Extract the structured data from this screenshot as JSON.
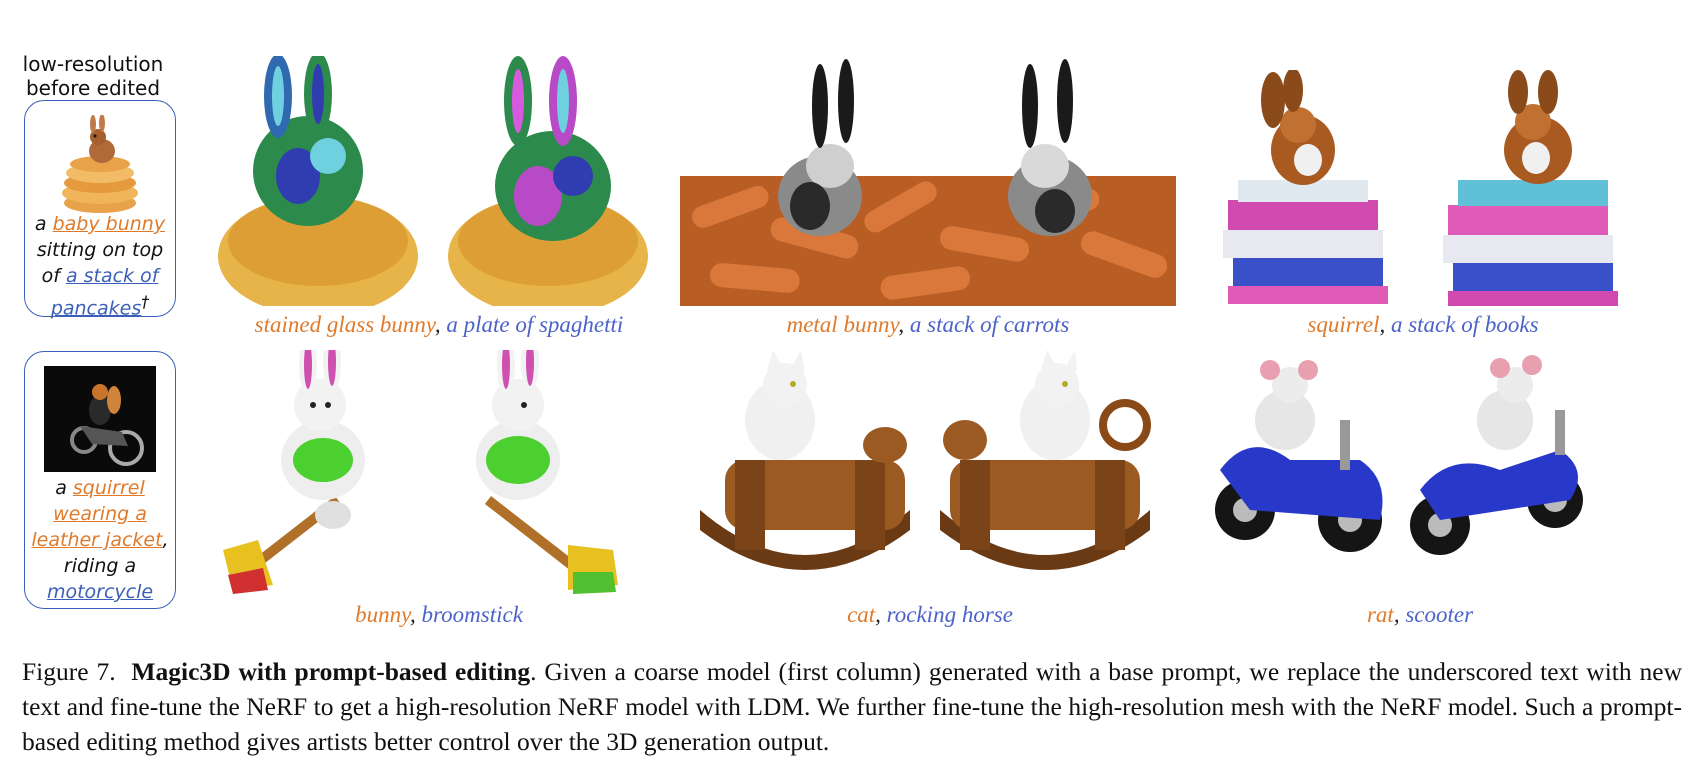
{
  "left_column": {
    "title_line1": "low-resolution",
    "title_line2": "before edited",
    "card1": {
      "prefix": "a ",
      "subject": "baby bunny",
      "middle": " sitting on top of ",
      "object": "a stack of pancakes",
      "suffix": "†"
    },
    "card2": {
      "prefix": "a ",
      "subject": "squirrel wearing a leather jacket",
      "middle": ", riding a ",
      "object": "motorcycle",
      "suffix": ""
    }
  },
  "captions": {
    "r1c1": {
      "subject": "stained glass bunny",
      "sep": ", ",
      "object": "a plate of spaghetti"
    },
    "r1c2": {
      "subject": "metal bunny",
      "sep": ", ",
      "object": "a stack of carrots"
    },
    "r1c3": {
      "subject": "squirrel",
      "sep": ", ",
      "object": "a stack of books"
    },
    "r2c1": {
      "subject": "bunny",
      "sep": ", ",
      "object": "broomstick"
    },
    "r2c2": {
      "subject": "cat",
      "sep": ", ",
      "object": "rocking horse"
    },
    "r2c3": {
      "subject": "rat",
      "sep": ", ",
      "object": "scooter"
    }
  },
  "figure_caption": {
    "label": "Figure 7.",
    "bold": "Magic3D with prompt-based editing",
    "text": ". Given a coarse model (first column) generated with a base prompt, we replace the underscored text with new text and fine-tune the NeRF to get a high-resolution NeRF model with LDM. We further fine-tune the high-resolution mesh with the NeRF model. Such a prompt-based editing method gives artists better control over the 3D generation output."
  },
  "colors": {
    "orange": "#e07a2a",
    "blue": "#4b62c9",
    "card_border": "#3b5fb8"
  }
}
